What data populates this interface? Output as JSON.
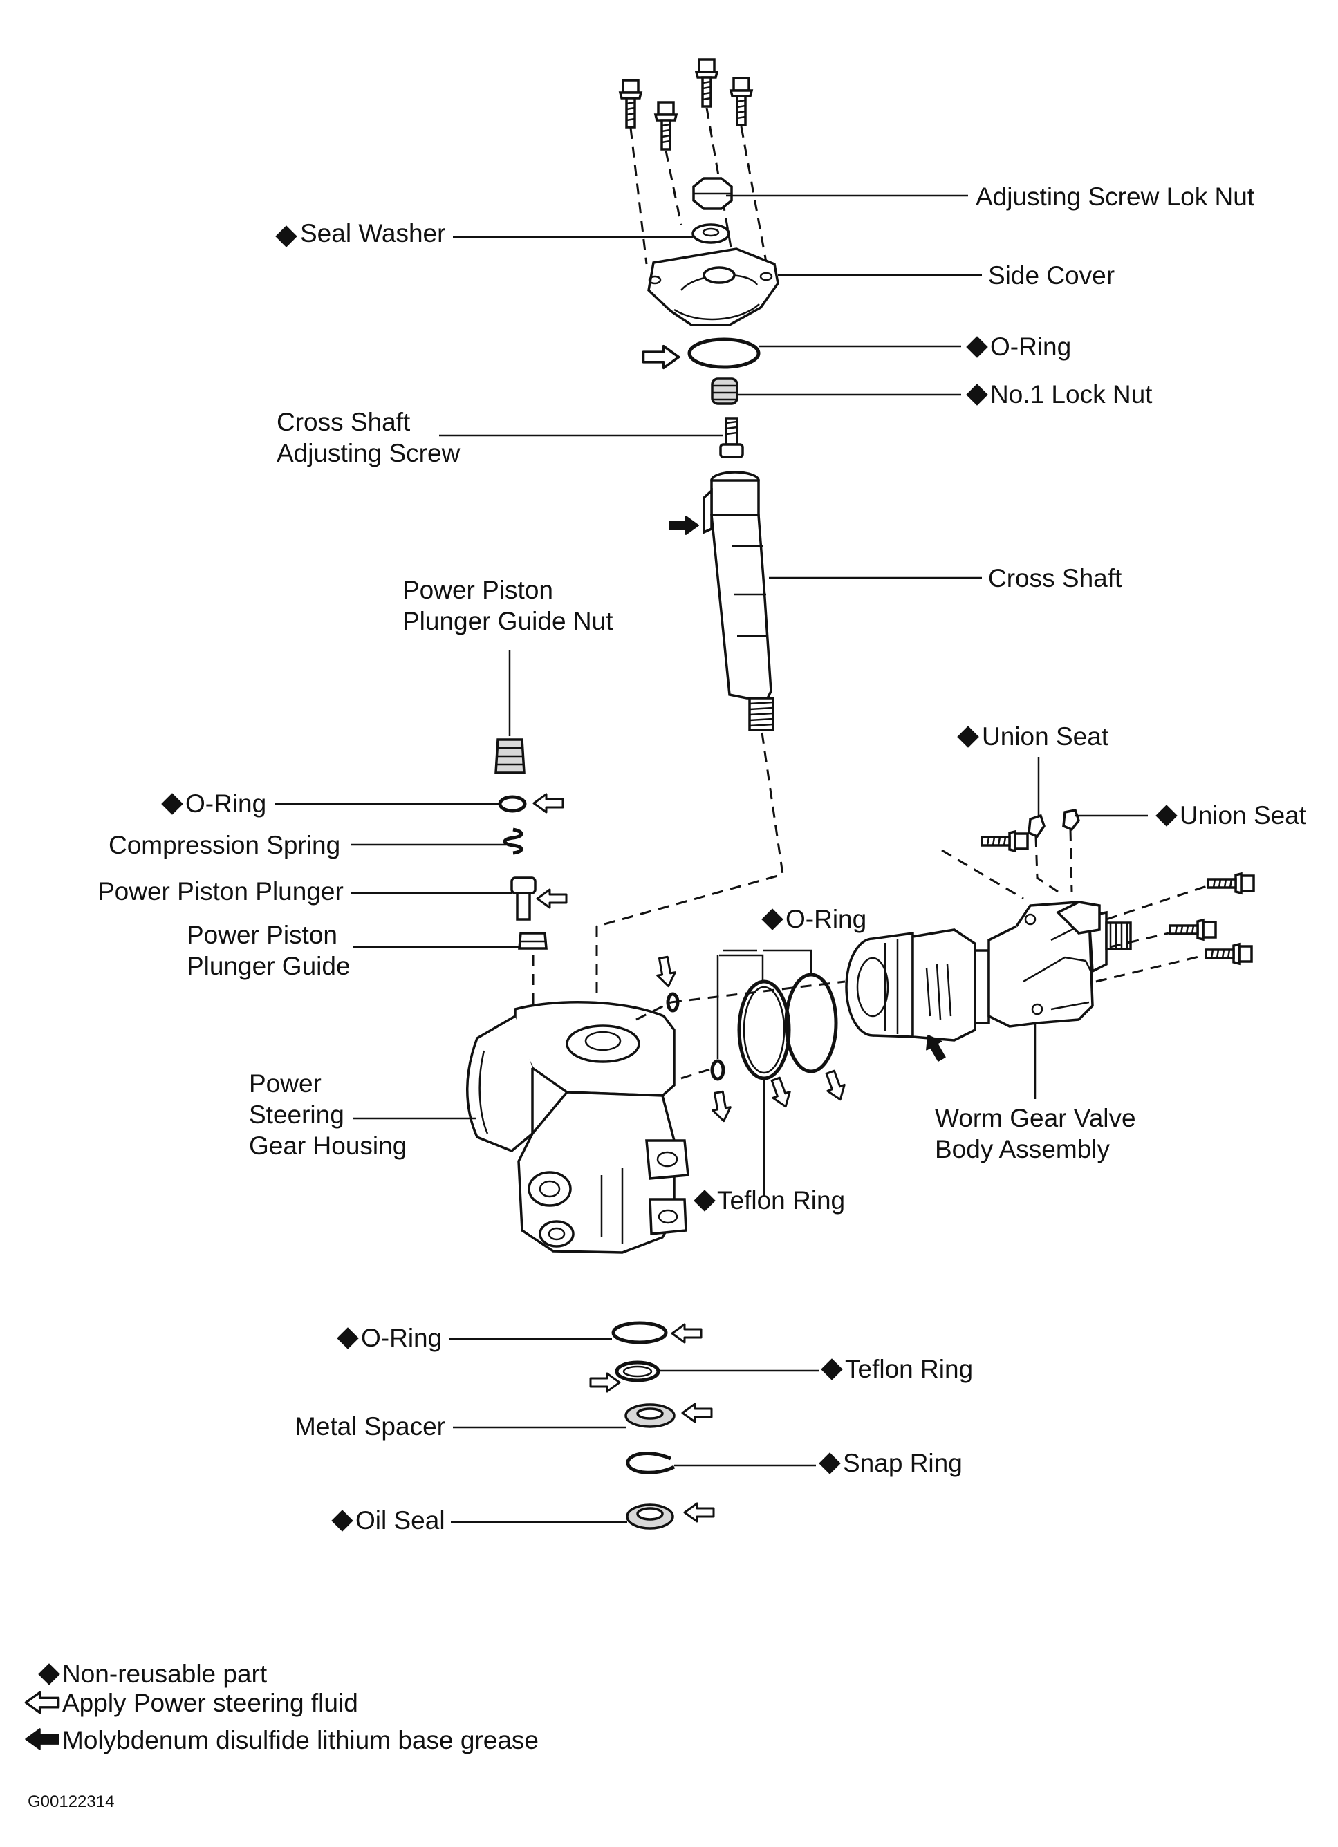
{
  "labels": {
    "adjusting_screw_lock_nut": "Adjusting Screw Lok Nut",
    "seal_washer": "Seal Washer",
    "side_cover": "Side Cover",
    "o_ring_top": "O-Ring",
    "no1_lock_nut": "No.1 Lock Nut",
    "cross_shaft_adjusting_screw_1": "Cross Shaft",
    "cross_shaft_adjusting_screw_2": "Adjusting Screw",
    "cross_shaft": "Cross Shaft",
    "guide_nut_1": "Power Piston",
    "guide_nut_2": "Plunger Guide Nut",
    "union_seat_1": "Union Seat",
    "union_seat_2": "Union Seat",
    "o_ring_left": "O-Ring",
    "compression_spring": "Compression Spring",
    "power_piston_plunger": "Power Piston Plunger",
    "plunger_guide_1": "Power Piston",
    "plunger_guide_2": "Plunger Guide",
    "o_ring_middle": "O-Ring",
    "housing_1": "Power",
    "housing_2": "Steering",
    "housing_3": "Gear Housing",
    "worm_gear_1": "Worm Gear Valve",
    "worm_gear_2": "Body Assembly",
    "teflon_ring_middle": "Teflon Ring",
    "o_ring_bottom": "O-Ring",
    "teflon_ring_bottom": "Teflon Ring",
    "metal_spacer": "Metal Spacer",
    "snap_ring": "Snap Ring",
    "oil_seal": "Oil Seal"
  },
  "legend": {
    "non_reusable": "Non-reusable part",
    "apply_fluid": "Apply Power steering fluid",
    "grease": "Molybdenum disulfide lithium base grease"
  },
  "figure_id": "G00122314"
}
